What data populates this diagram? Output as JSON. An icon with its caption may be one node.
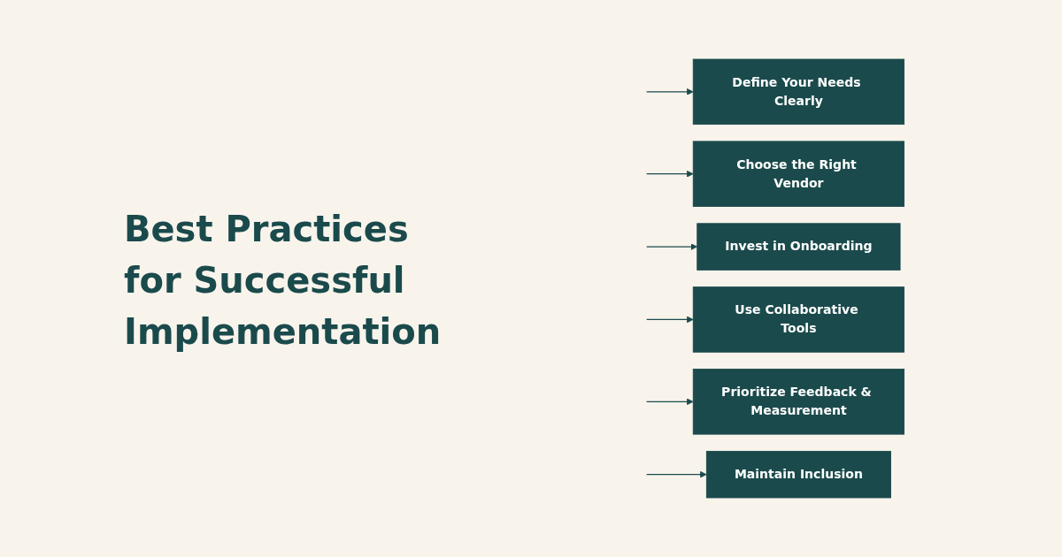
{
  "diagram": {
    "title": "Best Practices for Successful Implementation",
    "nodes": [
      {
        "text": [
          "Define Your Needs Clearly"
        ]
      },
      {
        "text": [
          "Choose the Right Vendor"
        ]
      },
      {
        "text": [
          "Invest in Onboarding"
        ]
      },
      {
        "text": [
          "Use Collaborative Tools"
        ]
      },
      {
        "text": [
          "Prioritize Feedback & Measurement"
        ]
      },
      {
        "text": [
          "Maintain Inclusion"
        ]
      }
    ],
    "edges": [
      {
        "from": null,
        "to": 0,
        "arrow": "to"
      },
      {
        "from": null,
        "to": 1,
        "arrow": "to"
      },
      {
        "from": null,
        "to": 2,
        "arrow": "to"
      },
      {
        "from": null,
        "to": 3,
        "arrow": "to"
      },
      {
        "from": null,
        "to": 4,
        "arrow": "to"
      },
      {
        "from": null,
        "to": 5,
        "arrow": "to"
      }
    ]
  }
}
